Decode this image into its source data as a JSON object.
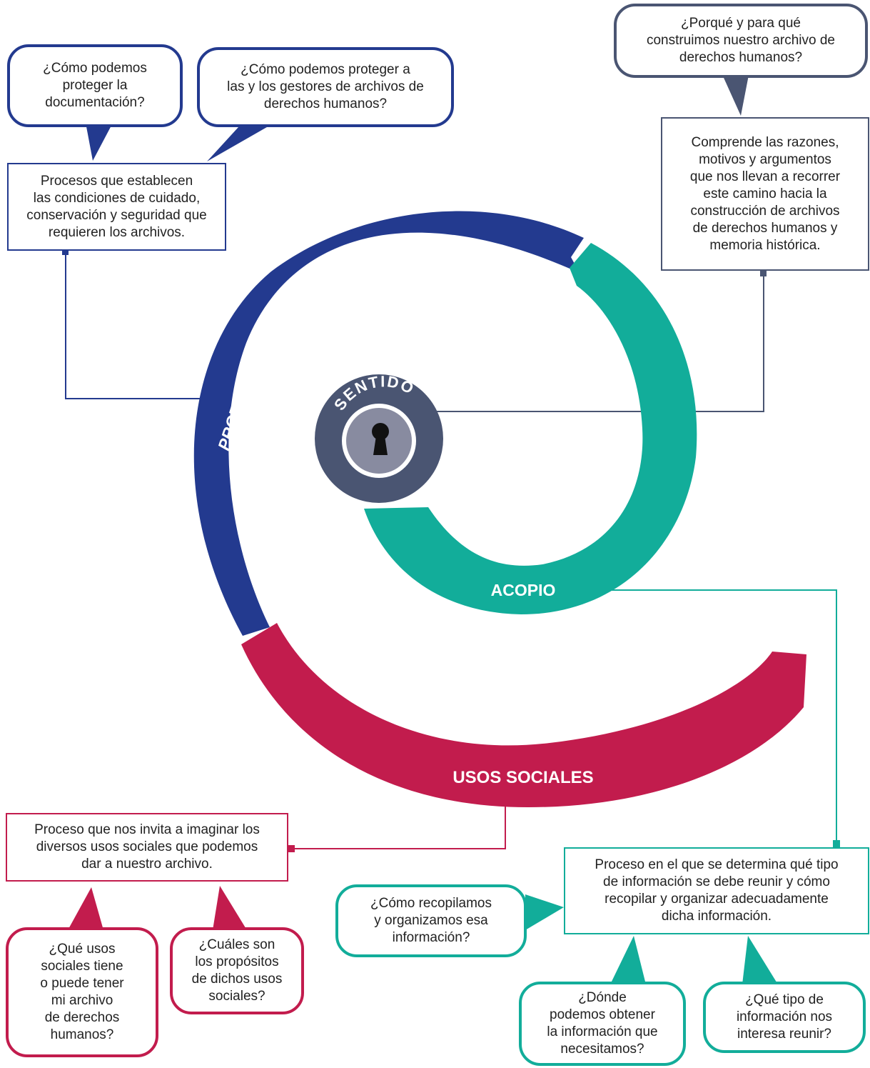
{
  "colors": {
    "proteccion": "#233a8f",
    "acopio": "#12ad9a",
    "usos_sociales": "#c21c4d",
    "sentido_outer": "#4a5572",
    "sentido_inner": "#888ba0",
    "text": "#222222"
  },
  "center": {
    "label": "SENTIDO",
    "icon": "keyhole-icon"
  },
  "arcs": {
    "proteccion": "PROTECCIÓN",
    "acopio": "ACOPIO",
    "usos_sociales": "USOS SOCIALES"
  },
  "proteccion": {
    "box": "Procesos que establecen\nlas condiciones de cuidado,\nconservación y seguridad que\nrequieren los archivos.",
    "q1": "¿Cómo podemos\nproteger la\ndocumentación?",
    "q2": "¿Cómo podemos proteger a\nlas y los gestores de archivos de\nderechos humanos?"
  },
  "sentido": {
    "question": "¿Porqué y para qué\nconstruimos nuestro archivo de\nderechos humanos?",
    "box": "Comprende las razones,\nmotivos y argumentos\nque nos llevan a recorrer\neste camino hacia la\nconstrucción de archivos\nde derechos humanos y\nmemoria histórica."
  },
  "usos_sociales": {
    "box": "Proceso que nos invita a imaginar los\ndiversos usos sociales que podemos\ndar a nuestro archivo.",
    "q1": "¿Qué usos\nsociales tiene\no puede tener\nmi archivo\nde derechos\nhumanos?",
    "q2": "¿Cuáles son\nlos propósitos\nde dichos usos\nsociales?"
  },
  "acopio": {
    "box": "Proceso en el que se determina qué tipo\nde información se debe reunir y cómo\nrecopilar y organizar adecuadamente\ndicha información.",
    "q1": "¿Cómo recopilamos\ny organizamos esa\ninformación?",
    "q2": "¿Dónde\npodemos obtener\nla información que\nnecesitamos?",
    "q3": "¿Qué tipo de\ninformación nos\ninteresa reunir?"
  }
}
